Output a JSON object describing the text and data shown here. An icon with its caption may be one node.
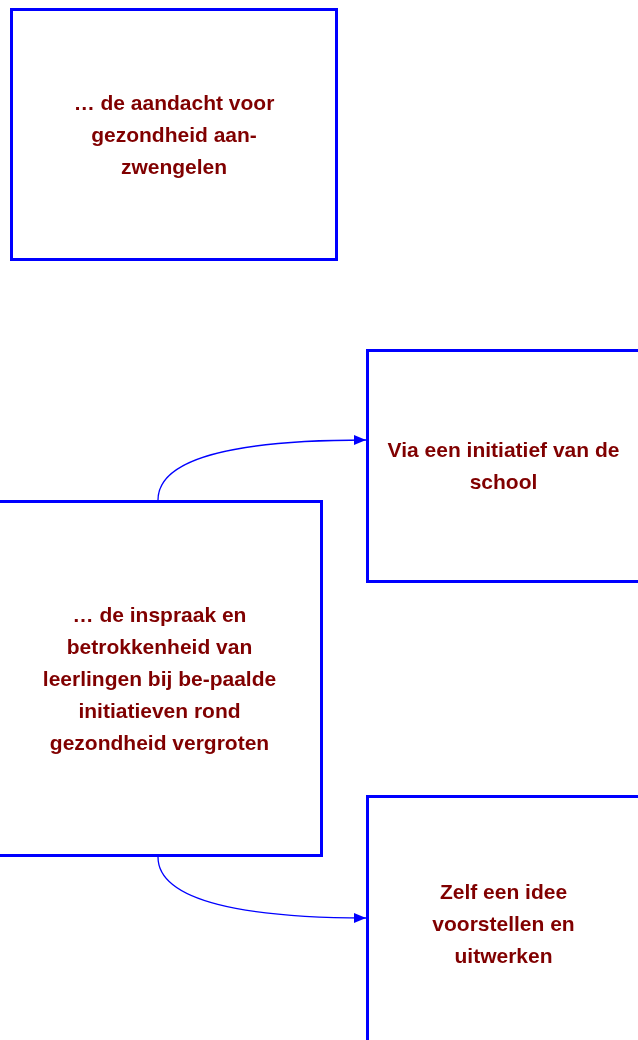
{
  "diagram": {
    "nodes": [
      {
        "text": [
          "… de aandacht voor gezondheid aan-zwengelen"
        ]
      },
      {
        "text": [
          "Via een initiatief van de school"
        ]
      },
      {
        "text": [
          "… de inspraak en betrokkenheid van leerlingen bij be-paalde initiatieven rond gezondheid vergroten"
        ]
      },
      {
        "text": [
          "Zelf een idee voorstellen en uitwerken"
        ]
      }
    ],
    "edges": [
      {
        "from": 2,
        "to": 1,
        "arrow": "to"
      },
      {
        "from": 2,
        "to": 3,
        "arrow": "to"
      }
    ]
  }
}
